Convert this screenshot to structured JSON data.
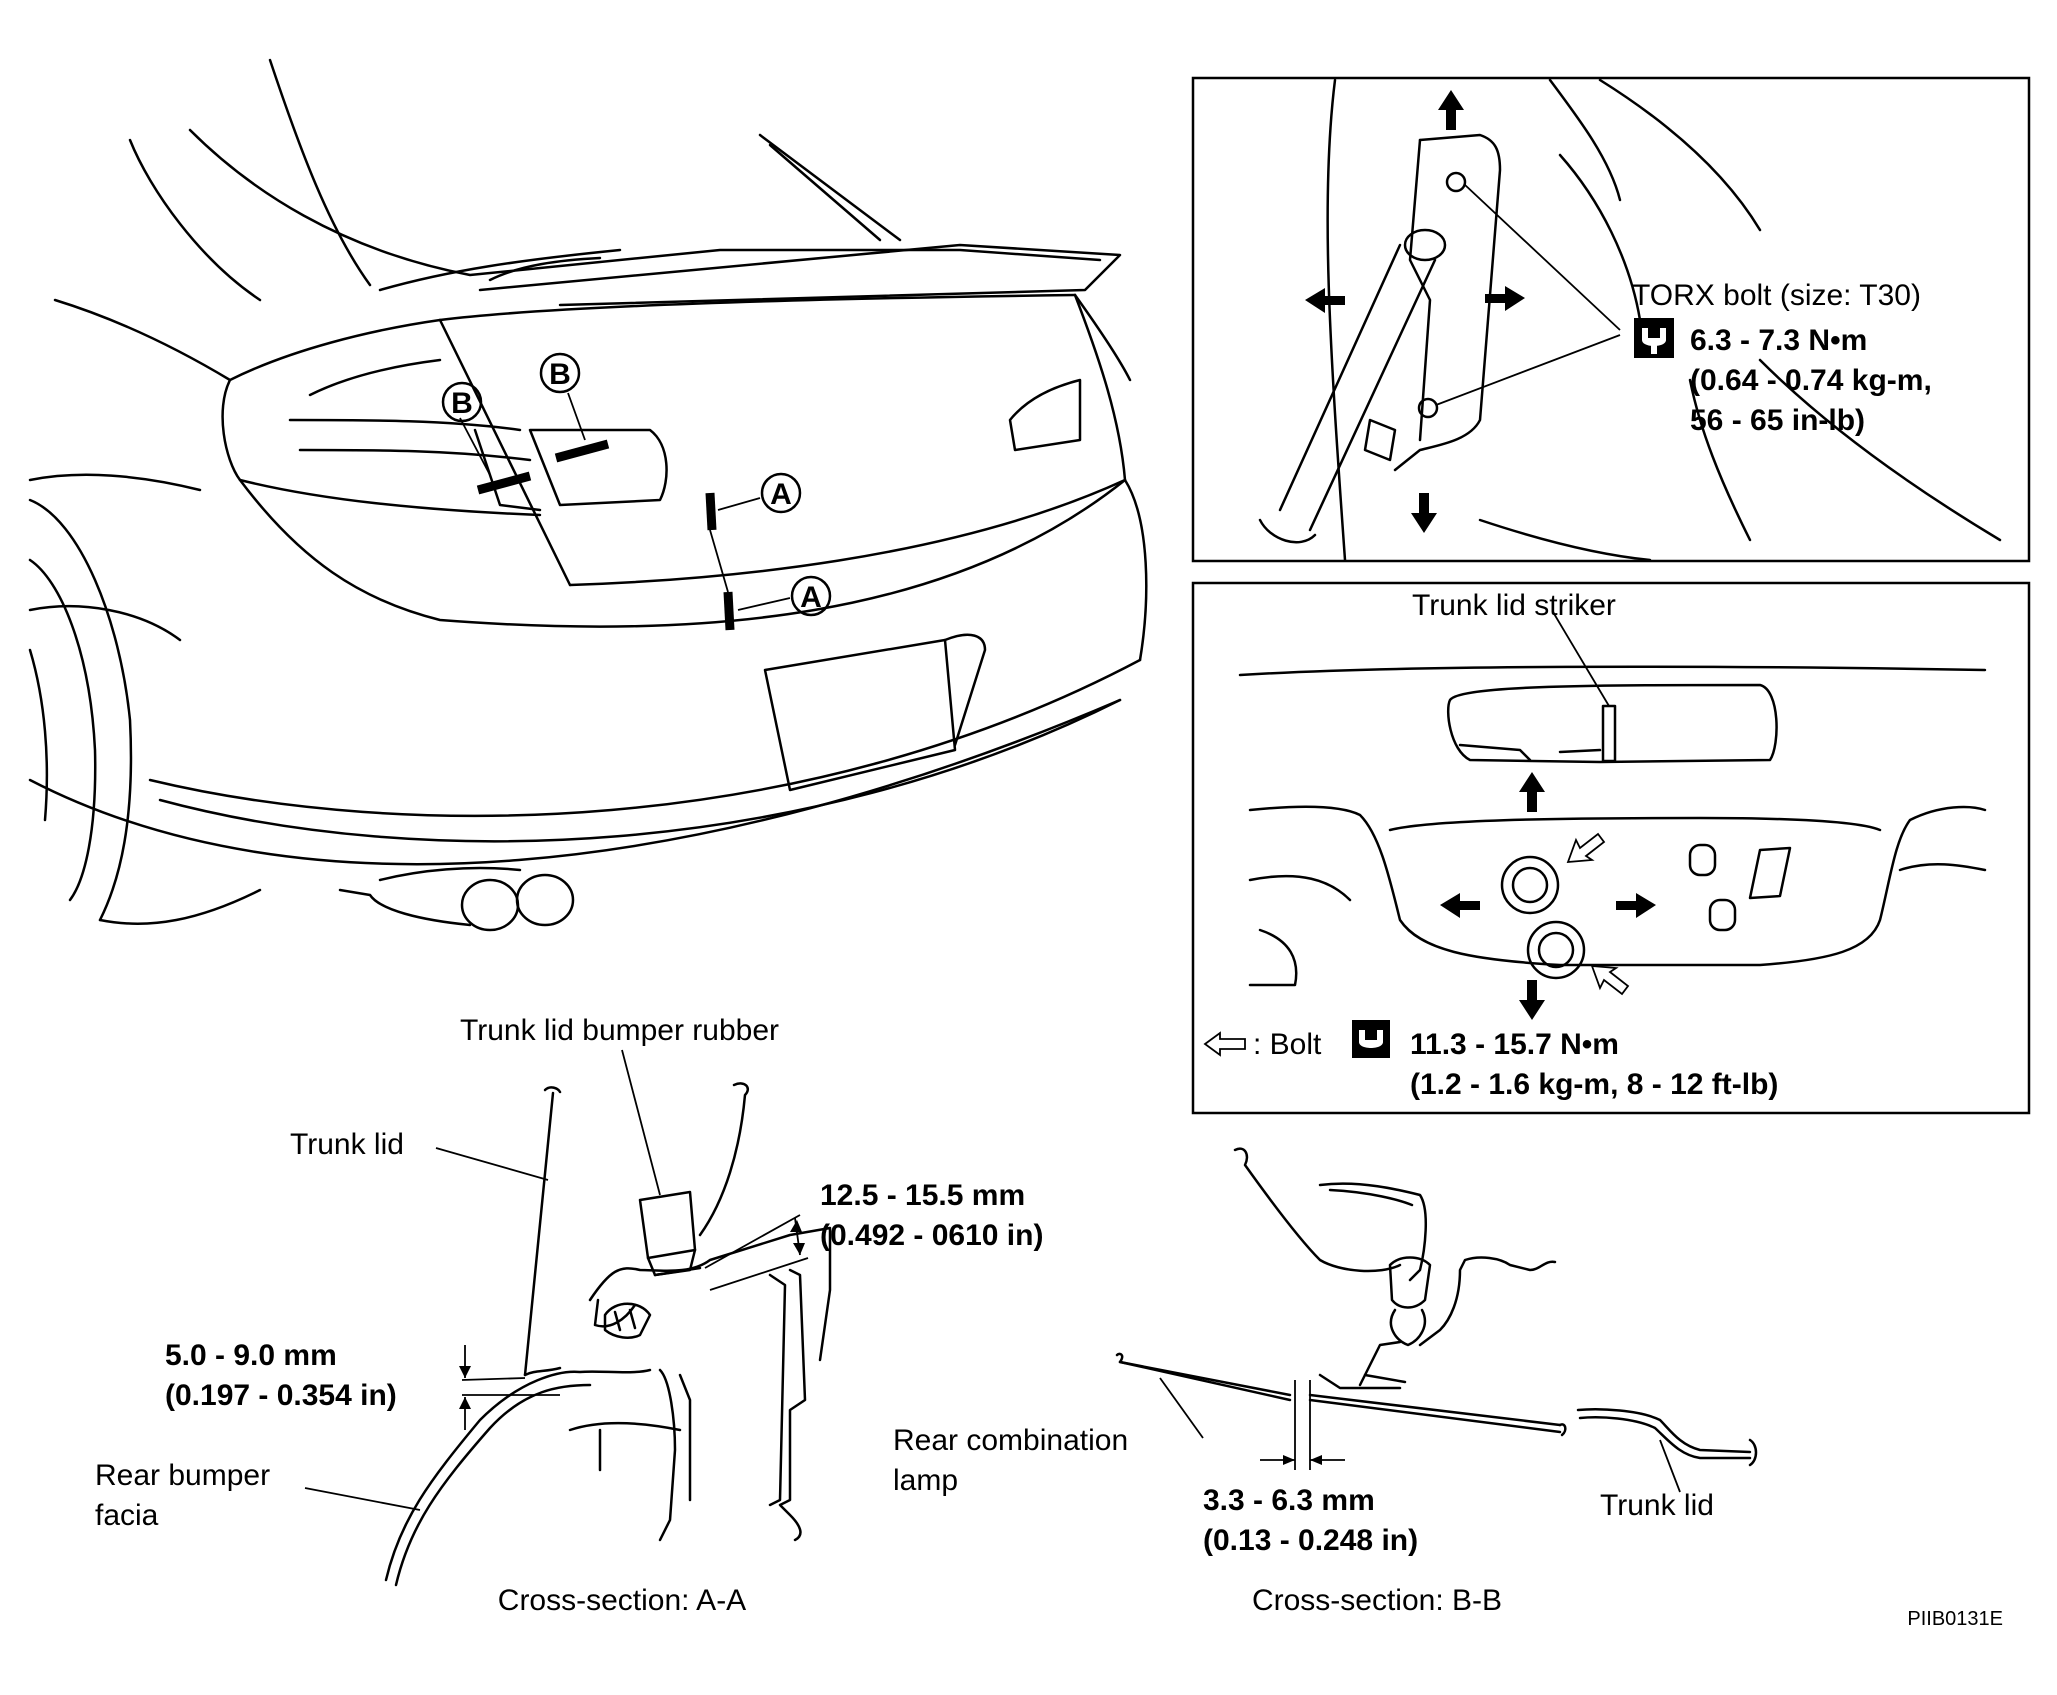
{
  "callouts": {
    "a": "A",
    "b": "B"
  },
  "torx_panel": {
    "label": "TORX bolt (size: T30)",
    "torque_line1": "6.3 - 7.3 N•m",
    "torque_line2": "(0.64 - 0.74 kg-m,",
    "torque_line3": "56 - 65 in-lb)"
  },
  "striker_panel": {
    "title": "Trunk lid striker",
    "legend": ": Bolt",
    "torque_line1": "11.3 - 15.7 N•m",
    "torque_line2": "(1.2 - 1.6 kg-m, 8 - 12 ft-lb)"
  },
  "section_aa": {
    "bumper_rubber": "Trunk lid bumper rubber",
    "trunk_lid": "Trunk lid",
    "gap1_line1": "12.5 - 15.5 mm",
    "gap1_line2": "(0.492 - 0610 in)",
    "gap2_line1": "5.0 - 9.0 mm",
    "gap2_line2": "(0.197 - 0.354 in)",
    "rear_bumper_line1": "Rear bumper",
    "rear_bumper_line2": "facia",
    "caption": "Cross-section: A-A"
  },
  "section_bb": {
    "lamp_line1": "Rear combination",
    "lamp_line2": "lamp",
    "gap_line1": "3.3 - 6.3 mm",
    "gap_line2": "(0.13 - 0.248 in)",
    "trunk_lid": "Trunk lid",
    "caption": "Cross-section: B-B"
  },
  "figure_id": "PIIB0131E"
}
